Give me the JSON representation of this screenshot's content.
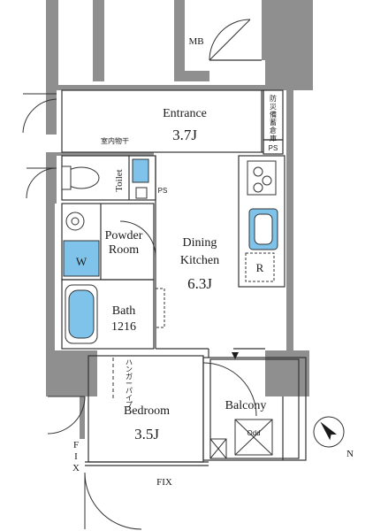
{
  "plan": {
    "colors": {
      "wall": "#8f8f8f",
      "line": "#333333",
      "fixture": "#7fc3ea",
      "bg": "#ffffff"
    },
    "rooms": {
      "entrance": {
        "name": "Entrance",
        "size": "3.7J"
      },
      "dining": {
        "name_line1": "Dining",
        "name_line2": "Kitchen",
        "size": "6.3J"
      },
      "powder": {
        "name_line1": "Powder",
        "name_line2": "Room"
      },
      "bath": {
        "name": "Bath",
        "size": "1216"
      },
      "bedroom": {
        "name": "Bedroom",
        "size": "3.5J"
      },
      "balcony": {
        "name": "Balcony"
      },
      "toilet": {
        "name": "Toilet"
      }
    },
    "labels": {
      "mb": "MB",
      "ps_top": "PS",
      "ps_toilet": "PS",
      "indoor_drying": "室内物干",
      "storage": "防災備蓄倉庫",
      "washer": "W",
      "fridge": "R",
      "hanger_pipe": "ハンガーパイプ",
      "fix_bottom": "FIX",
      "fix_side": "FIX",
      "odd": "Odd",
      "compass_n": "N"
    }
  }
}
